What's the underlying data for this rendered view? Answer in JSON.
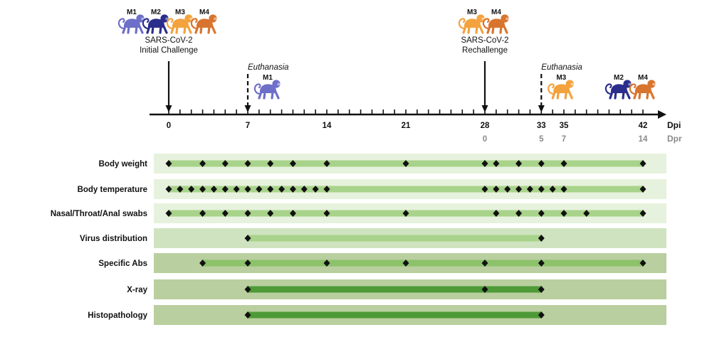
{
  "timeline": {
    "axis_label_dpi": "Dpi",
    "axis_label_dpr": "Dpr",
    "dpi_ticks": [
      {
        "day": 0,
        "label": "0"
      },
      {
        "day": 7,
        "label": "7"
      },
      {
        "day": 14,
        "label": "14"
      },
      {
        "day": 21,
        "label": "21"
      },
      {
        "day": 28,
        "label": "28"
      },
      {
        "day": 33,
        "label": "33"
      },
      {
        "day": 35,
        "label": "35"
      },
      {
        "day": 42,
        "label": "42"
      }
    ],
    "dpr_ticks": [
      {
        "day": 28,
        "label": "0"
      },
      {
        "day": 33,
        "label": "5"
      },
      {
        "day": 35,
        "label": "7"
      },
      {
        "day": 42,
        "label": "14"
      }
    ],
    "minor_tick_days": [
      0,
      1,
      2,
      3,
      4,
      5,
      6,
      7,
      8,
      9,
      10,
      11,
      12,
      13,
      14,
      15,
      16,
      17,
      18,
      19,
      20,
      21,
      22,
      23,
      24,
      25,
      26,
      27,
      28,
      29,
      30,
      31,
      32,
      33,
      34,
      35,
      36,
      37,
      38,
      39,
      40,
      41,
      42
    ],
    "day_range": [
      0,
      42
    ]
  },
  "monkey_colors": {
    "M1": "#6e6fc9",
    "M2": "#2b2d8c",
    "M3": "#f3a23d",
    "M4": "#d9742e"
  },
  "events": [
    {
      "id": "initial-challenge",
      "day": 0,
      "arrow": "solid",
      "label_lines": [
        "SARS-CoV-2",
        "Initial Challenge"
      ],
      "monkeys": [
        "M1",
        "M2",
        "M3",
        "M4"
      ],
      "italic_label": ""
    },
    {
      "id": "euthanasia-m1",
      "day": 7,
      "arrow": "dashed",
      "label_lines": [],
      "monkeys": [
        "M1"
      ],
      "italic_label": "Euthanasia"
    },
    {
      "id": "rechallenge",
      "day": 28,
      "arrow": "solid",
      "label_lines": [
        "SARS-CoV-2",
        "Rechallenge"
      ],
      "monkeys": [
        "M3",
        "M4"
      ],
      "italic_label": ""
    },
    {
      "id": "euthanasia-m3",
      "day": 33,
      "arrow": "dashed",
      "label_lines": [],
      "monkeys": [
        "M3"
      ],
      "italic_label": "Euthanasia"
    },
    {
      "id": "end-m2-m4",
      "day": 42,
      "arrow": "none",
      "label_lines": [],
      "monkeys": [
        "M2",
        "M4"
      ],
      "italic_label": ""
    }
  ],
  "colors": {
    "row_light": "#e6f2dd",
    "row_mid": "#cfe3c0",
    "row_dark": "#b9cf9f",
    "bar_light": "#a8d38a",
    "bar_mid": "#8cc26a",
    "bar_dark": "#4e9a37",
    "diamond": "#111111",
    "axis": "#111111",
    "dpr_gray": "#8a8a8a"
  },
  "rows": [
    {
      "label": "Body weight",
      "shade": "light",
      "bar": "light",
      "bar_range": [
        0,
        42
      ],
      "points": [
        0,
        3,
        5,
        7,
        9,
        11,
        14,
        21,
        28,
        29,
        31,
        33,
        35,
        42
      ]
    },
    {
      "label": "Body temperature",
      "shade": "light",
      "bar": "light",
      "bar_range": [
        0,
        42
      ],
      "points": [
        0,
        1,
        2,
        3,
        4,
        5,
        6,
        7,
        8,
        9,
        10,
        11,
        12,
        13,
        14,
        28,
        29,
        30,
        31,
        32,
        33,
        34,
        35,
        42
      ]
    },
    {
      "label": "Nasal/Throat/Anal swabs",
      "shade": "light",
      "bar": "light",
      "bar_range": [
        0,
        42
      ],
      "points": [
        0,
        3,
        5,
        7,
        9,
        11,
        14,
        21,
        29,
        31,
        33,
        35,
        37,
        42
      ]
    },
    {
      "label": "Virus distribution",
      "shade": "light",
      "bar": "light",
      "bar_range": [
        7,
        33
      ],
      "points": [
        7,
        33
      ]
    },
    {
      "label": "Specific Abs",
      "shade": "dark",
      "bar": "mid",
      "bar_range": [
        3,
        42
      ],
      "points": [
        3,
        7,
        14,
        21,
        28,
        33,
        42
      ]
    },
    {
      "label": "X-ray",
      "shade": "dark",
      "bar": "dark",
      "bar_range": [
        7,
        33
      ],
      "points": [
        7,
        28,
        33
      ]
    },
    {
      "label": "Histopathology",
      "shade": "dark",
      "bar": "dark",
      "bar_range": [
        7,
        33
      ],
      "points": [
        7,
        33
      ]
    }
  ]
}
